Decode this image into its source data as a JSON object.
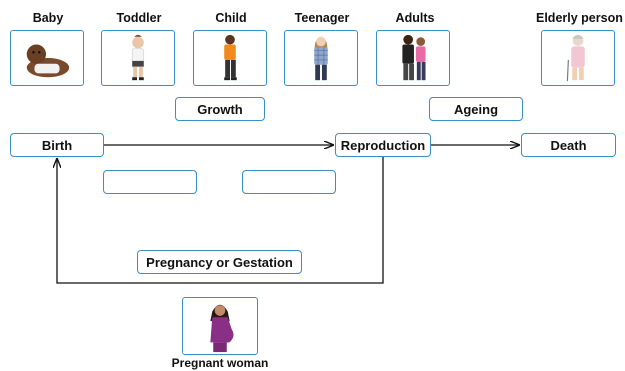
{
  "stages": [
    {
      "key": "baby",
      "label": "Baby"
    },
    {
      "key": "toddler",
      "label": "Toddler"
    },
    {
      "key": "child",
      "label": "Child"
    },
    {
      "key": "teenager",
      "label": "Teenager"
    },
    {
      "key": "adults",
      "label": "Adults"
    },
    {
      "key": "elderly",
      "label": "Elderly person"
    }
  ],
  "boxes": {
    "growth": "Growth",
    "ageing": "Ageing",
    "birth": "Birth",
    "reproduction": "Reproduction",
    "death": "Death",
    "pregnancy": "Pregnancy or Gestation",
    "blank_1": "",
    "blank_2": ""
  },
  "pregnant_label": "Pregnant woman",
  "colors": {
    "box_border": "#3a8fc8",
    "arrow": "#111111"
  }
}
